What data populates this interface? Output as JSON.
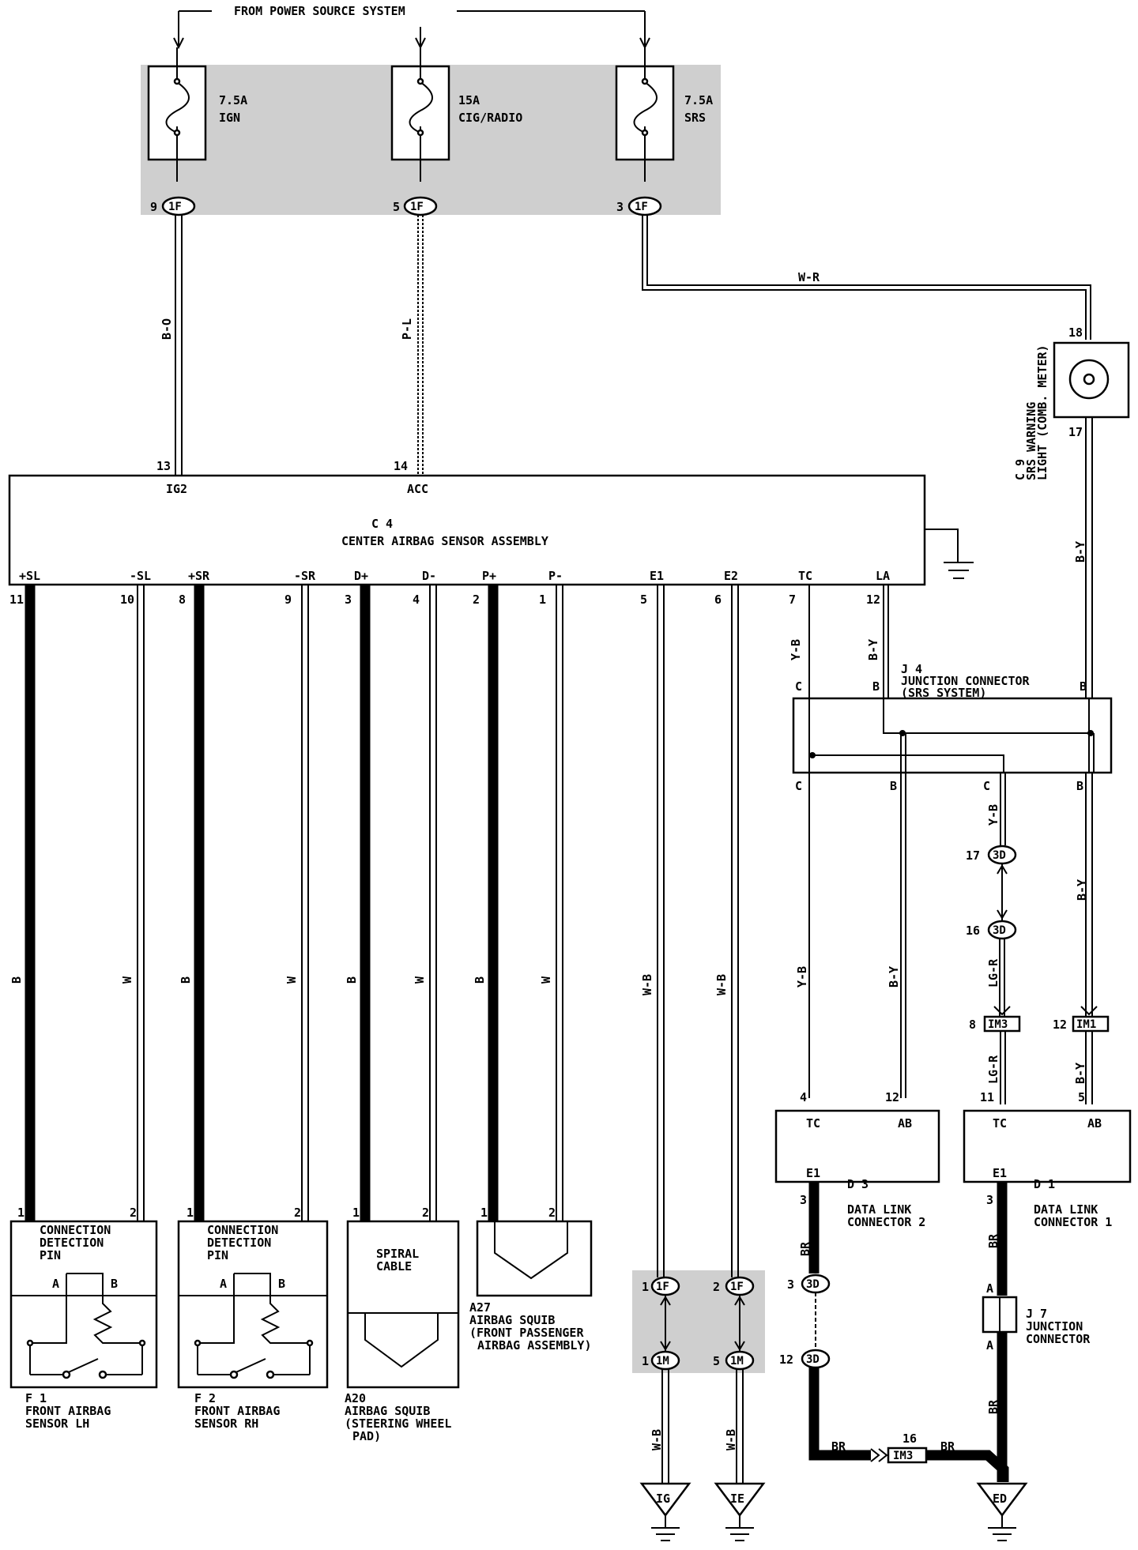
{
  "header": "FROM POWER SOURCE SYSTEM",
  "fuses": [
    {
      "amp": "7.5A",
      "name": "IGN",
      "pin": "9",
      "conn": "1F",
      "color": "B-O",
      "ecu_pin": "13",
      "ecu_term": "IG2"
    },
    {
      "amp": "15A",
      "name": "CIG/RADIO",
      "pin": "5",
      "conn": "1F",
      "color": "P-L",
      "ecu_pin": "14",
      "ecu_term": "ACC"
    },
    {
      "amp": "7.5A",
      "name": "SRS",
      "pin": "3",
      "conn": "1F",
      "color": "W-R"
    }
  ],
  "ecu": {
    "id": "C 4",
    "name": "CENTER AIRBAG SENSOR ASSEMBLY"
  },
  "terminals": [
    {
      "t": "+SL",
      "n": "11",
      "c": "B"
    },
    {
      "t": "-SL",
      "n": "10",
      "c": "W"
    },
    {
      "t": "+SR",
      "n": "8",
      "c": "B"
    },
    {
      "t": "-SR",
      "n": "9",
      "c": "W"
    },
    {
      "t": "D+",
      "n": "3",
      "c": "B"
    },
    {
      "t": "D-",
      "n": "4",
      "c": "W"
    },
    {
      "t": "P+",
      "n": "2",
      "c": "B"
    },
    {
      "t": "P-",
      "n": "1",
      "c": "W"
    },
    {
      "t": "E1",
      "n": "5",
      "c": "W-B"
    },
    {
      "t": "E2",
      "n": "6",
      "c": "W-B"
    },
    {
      "t": "TC",
      "n": "7",
      "c": "Y-B"
    },
    {
      "t": "LA",
      "n": "12",
      "c": "B-Y"
    }
  ],
  "c9": {
    "id": "C 9",
    "line1": "SRS WARNING",
    "line2": "LIGHT (COMB. METER)",
    "pin_top": "18",
    "pin_bot": "17",
    "wire": "B-Y"
  },
  "j4": {
    "id": "J 4",
    "line1": "JUNCTION CONNECTOR",
    "line2": "(SRS SYSTEM)",
    "pins_top": [
      "C",
      "B",
      "B"
    ],
    "pins_bot": [
      "C",
      "B",
      "C",
      "B"
    ]
  },
  "j4_wires": {
    "ab2": "B-Y",
    "yb": "Y-B",
    "lgr": "LG-R",
    "by": "B-Y"
  },
  "conn3d": [
    {
      "pin": "17",
      "conn": "3D"
    },
    {
      "pin": "16",
      "conn": "3D"
    },
    {
      "pin": "3",
      "conn": "3D"
    },
    {
      "pin": "12",
      "conn": "3D"
    }
  ],
  "im": [
    {
      "pin": "8",
      "conn": "IM3"
    },
    {
      "pin": "12",
      "conn": "IM1"
    },
    {
      "pin": "16",
      "conn": "IM3"
    }
  ],
  "d3": {
    "id": "D 3",
    "line1": "DATA LINK",
    "line2": "CONNECTOR 2",
    "tc": "TC",
    "ab": "AB",
    "e1": "E1",
    "pin_tc": "4",
    "pin_ab": "12",
    "pin_e1": "3"
  },
  "d1": {
    "id": "D 1",
    "line1": "DATA LINK",
    "line2": "CONNECTOR 1",
    "tc": "TC",
    "ab": "AB",
    "e1": "E1",
    "pin_tc": "11",
    "pin_ab": "5",
    "pin_e1": "3"
  },
  "j7": {
    "id": "J 7",
    "line1": "JUNCTION",
    "line2": "CONNECTOR",
    "a": "A"
  },
  "br": "BR",
  "f1": {
    "id": "F 1",
    "line1": "FRONT AIRBAG",
    "line2": "SENSOR LH"
  },
  "f2": {
    "id": "F 2",
    "line1": "FRONT AIRBAG",
    "line2": "SENSOR RH"
  },
  "cdp": [
    "CONNECTION",
    "DETECTION",
    "PIN"
  ],
  "ab": [
    "A",
    "B"
  ],
  "spiral": [
    "SPIRAL",
    "CABLE"
  ],
  "a20": {
    "id": "A20",
    "line1": "AIRBAG SQUIB",
    "line2": "(STEERING WHEEL",
    "line3": "PAD)"
  },
  "a27": {
    "id": "A27",
    "line1": "AIRBAG SQUIB",
    "line2": "(FRONT PASSENGER",
    "line3": "AIRBAG ASSEMBLY)"
  },
  "pins12": [
    "1",
    "2"
  ],
  "gnd_conns": [
    {
      "p1": "1",
      "c1": "1F",
      "p2": "1",
      "c2": "1M"
    },
    {
      "p1": "2",
      "c1": "1F",
      "p2": "5",
      "c2": "1M"
    }
  ],
  "grounds": [
    "IG",
    "IE",
    "ED"
  ]
}
